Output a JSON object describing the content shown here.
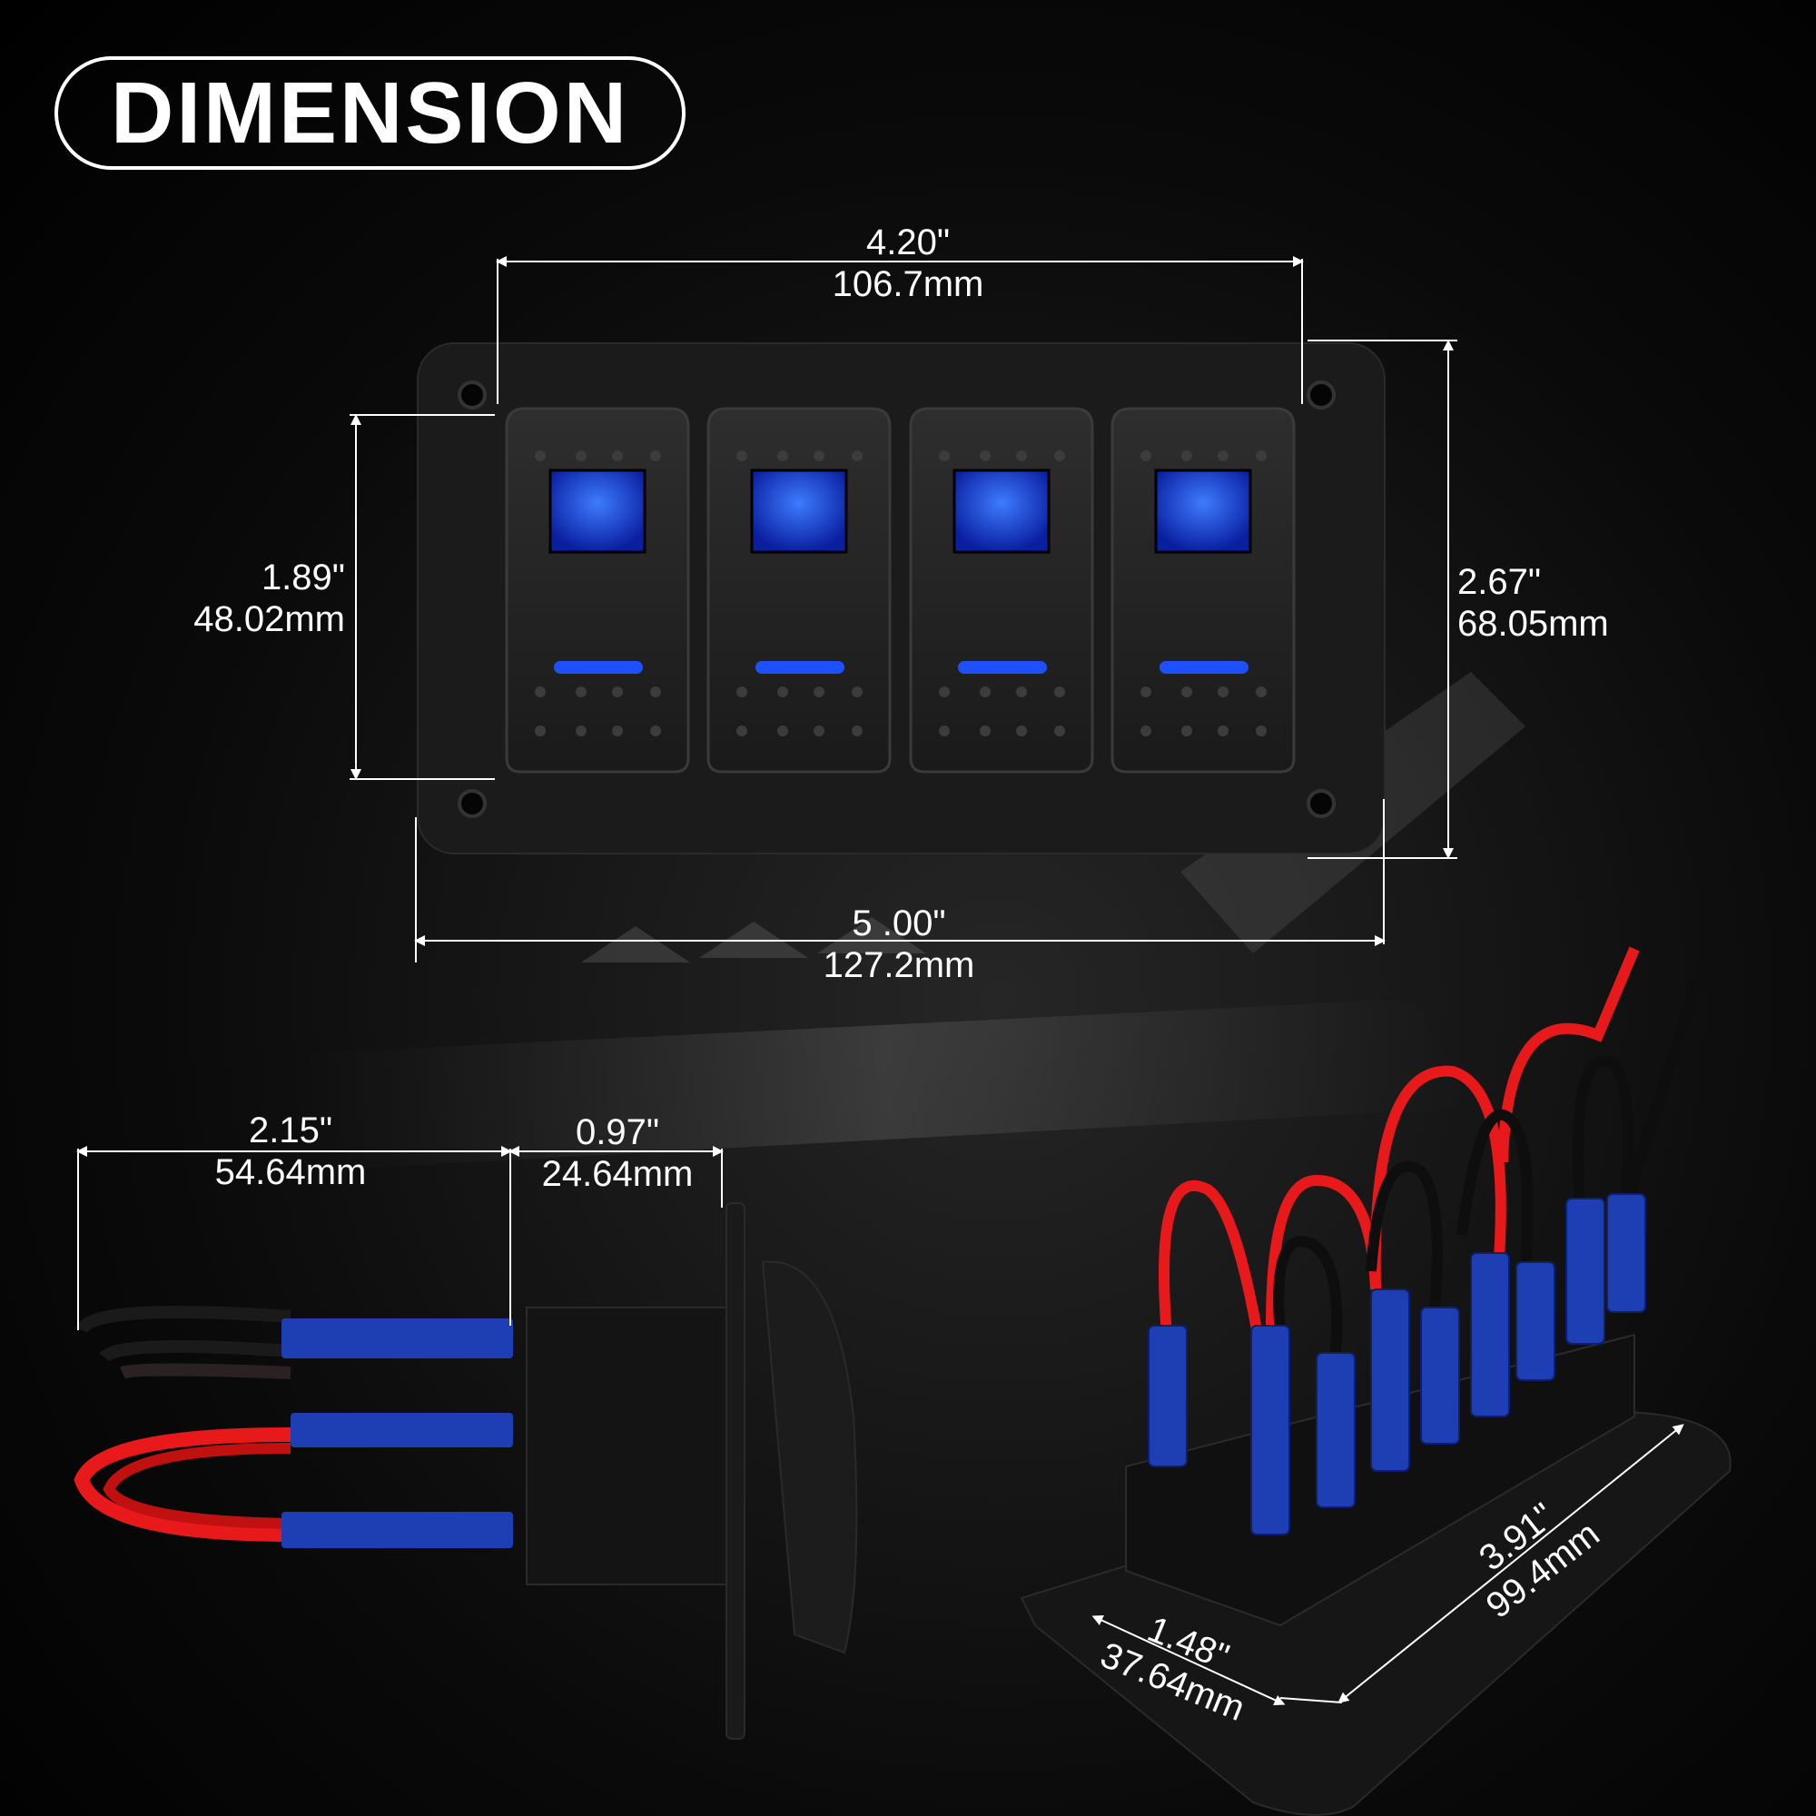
{
  "title": "DIMENSION",
  "dimensions": {
    "panel_hole_spacing": {
      "in": "4.20\"",
      "mm": "106.7mm"
    },
    "switch_height": {
      "in": "1.89\"",
      "mm": "48.02mm"
    },
    "panel_height": {
      "in": "2.67\"",
      "mm": "68.05mm"
    },
    "panel_width": {
      "in": "5 .00\"",
      "mm": "127.2mm"
    },
    "wire_length": {
      "in": "2.15\"",
      "mm": "54.64mm"
    },
    "switch_depth": {
      "in": "0.97\"",
      "mm": "24.64mm"
    },
    "body_depth": {
      "in": "1.48\"",
      "mm": "37.64mm"
    },
    "body_width": {
      "in": "3.91\"",
      "mm": "99.4mm"
    }
  },
  "colors": {
    "led": "#1f4fff",
    "wire_red": "#e8191b",
    "wire_black": "#1a1a1a",
    "terminal_blue": "#1e3fb4"
  }
}
